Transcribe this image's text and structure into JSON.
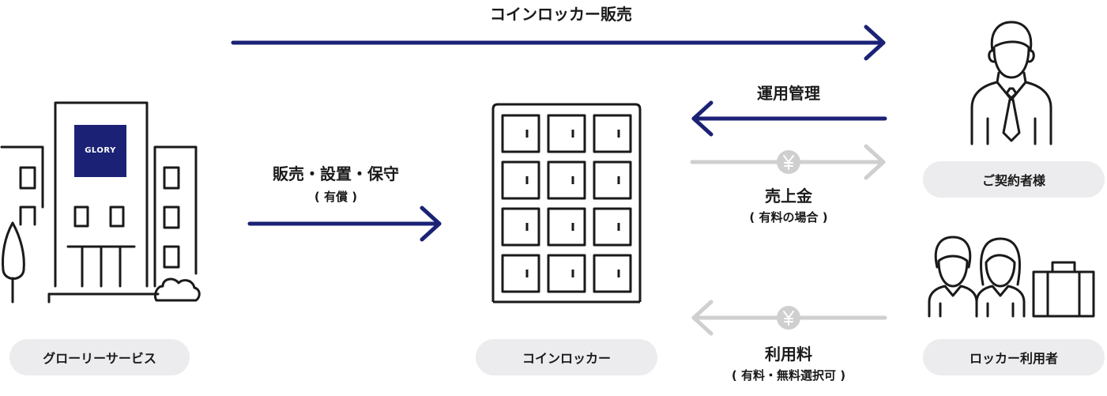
{
  "colors": {
    "navy": "#1b2275",
    "gray_arrow": "#cfcfcf",
    "line": "#1a1a1a",
    "pill_bg": "#ececee"
  },
  "logo": {
    "text": "GLORY"
  },
  "arrows": {
    "sale": {
      "label": "コインロッカー販売"
    },
    "install": {
      "label": "販売・設置・保守",
      "sub": "( 有償 )"
    },
    "operate": {
      "label": "運用管理"
    },
    "revenue": {
      "label": "売上金",
      "sub": "( 有料の場合 )",
      "icon": "yen-icon"
    },
    "fee": {
      "label": "利用料",
      "sub": "( 有料・無料選択可 )",
      "icon": "yen-icon"
    }
  },
  "nodes": {
    "glory": {
      "label": "グローリーサービス"
    },
    "locker": {
      "label": "コインロッカー"
    },
    "contractor": {
      "label": "ご契約者様"
    },
    "user": {
      "label": "ロッカー利用者"
    }
  }
}
